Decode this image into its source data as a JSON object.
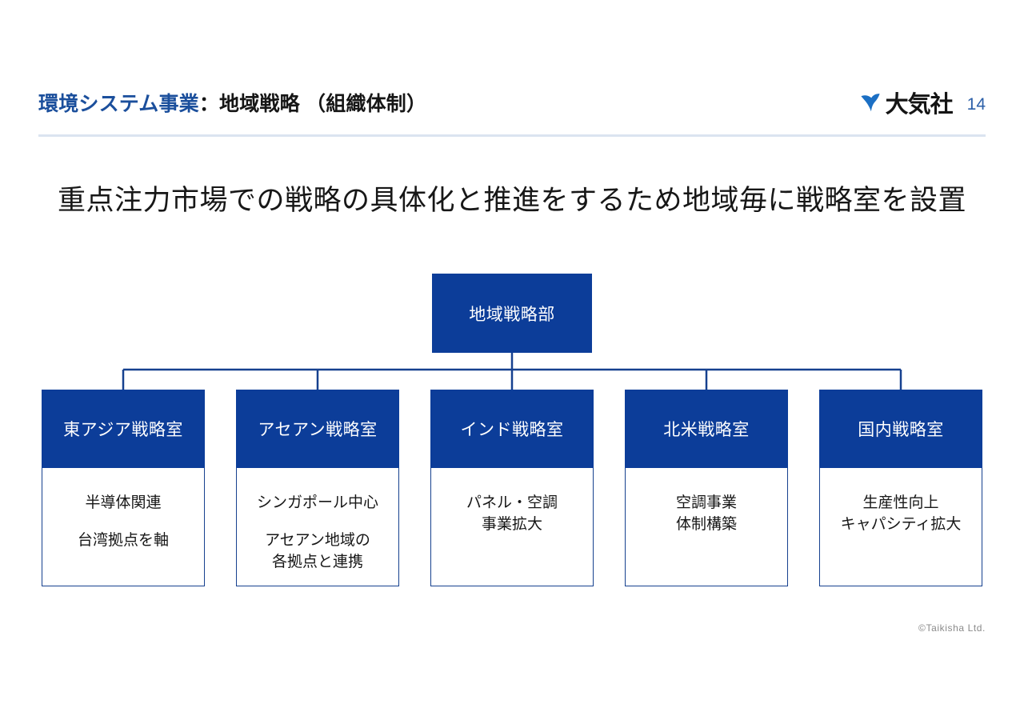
{
  "header": {
    "title_blue": "環境システム事業",
    "title_black": "：地域戦略 （組織体制）",
    "brand_name": "大気社",
    "brand_mark_icon": "taikisha-v-leaf-icon",
    "page_number": "14",
    "accent_blue": "#1b4f9c",
    "mark_blue": "#1b6fc4"
  },
  "lead": {
    "statement": "重点注力市場での戦略の具体化と推進をするため地域毎に戦略室を設置"
  },
  "org_chart": {
    "node_fill": "#0c3d99",
    "connector_color": "#16418f",
    "root": {
      "label": "地域戦略部"
    },
    "units": [
      {
        "name": "east-asia",
        "title": "東アジア戦略室",
        "spaced": true,
        "lines": [
          "半導体関連",
          "台湾拠点を軸"
        ]
      },
      {
        "name": "asean",
        "title": "アセアン戦略室",
        "spaced": true,
        "lines": [
          "シンガポール中心",
          "アセアン地域の\n各拠点と連携"
        ]
      },
      {
        "name": "india",
        "title": "インド戦略室",
        "spaced": false,
        "lines": [
          "パネル・空調\n事業拡大"
        ]
      },
      {
        "name": "north-america",
        "title": "北米戦略室",
        "spaced": false,
        "lines": [
          "空調事業\n体制構築"
        ]
      },
      {
        "name": "domestic",
        "title": "国内戦略室",
        "spaced": false,
        "lines": [
          "生産性向上\nキャパシティ拡大"
        ]
      }
    ]
  },
  "footer": {
    "copyright": "©Taikisha Ltd."
  }
}
